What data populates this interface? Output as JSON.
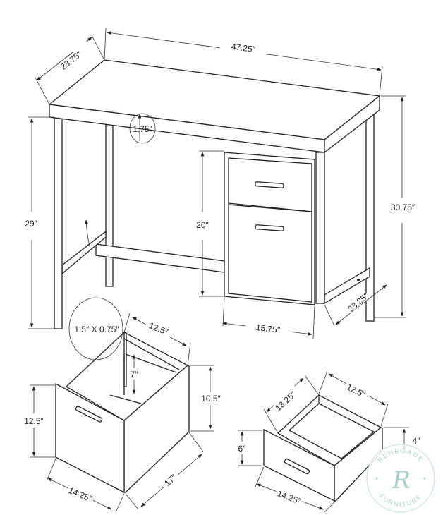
{
  "desk": {
    "depth": "23.75″",
    "width": "47.25″",
    "top_thickness": "1.75″",
    "knee_height": "29″",
    "cabinet_height": "20″",
    "total_height": "30.75″",
    "leg_size": "1.5″ X 0.75″",
    "cabinet_width": "15.75″",
    "leg_depth": "23.25″"
  },
  "file_drawer": {
    "inner_width": "12.5″",
    "inner_height": "7″",
    "side_height": "10.5″",
    "front_height": "12.5″",
    "front_width": "14.25″",
    "depth": "17″"
  },
  "small_drawer": {
    "depth": "13.25″",
    "inner_width": "12.5″",
    "front_height": "6″",
    "side_height": "4″",
    "front_width": "14.25″"
  },
  "watermark": {
    "top_text": "RENEGADE",
    "bottom_text": "FURNITURE",
    "monogram": "R",
    "color": "#a9cfcb"
  }
}
